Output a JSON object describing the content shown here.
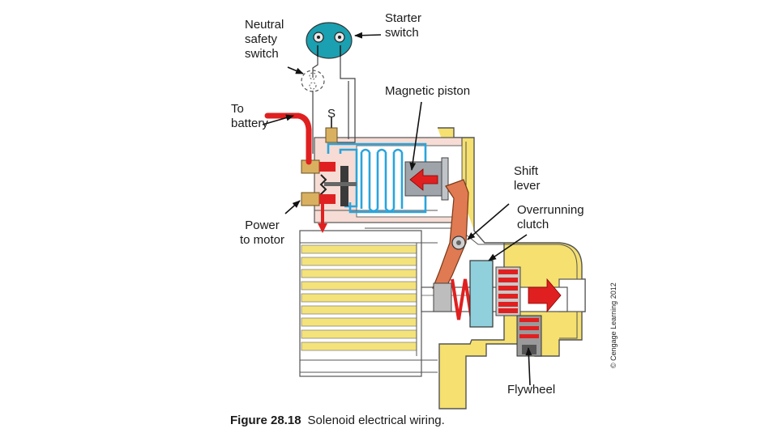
{
  "figure": {
    "number": "Figure 28.18",
    "caption": "Solenoid electrical wiring.",
    "credit": "© Cengage Learning 2012"
  },
  "labels": {
    "neutral_safety_switch": "Neutral\nsafety\nswitch",
    "starter_switch": "Starter\nswitch",
    "to_battery": "To\nbattery",
    "s_terminal": "S",
    "magnetic_piston": "Magnetic piston",
    "shift_lever": "Shift\nlever",
    "overrunning_clutch": "Overrunning\nclutch",
    "power_to_motor": "Power\nto motor",
    "flywheel": "Flywheel"
  },
  "colors": {
    "housing": "#f5e070",
    "housing_outline": "#555555",
    "solenoid_body": "#f6dcd4",
    "coil": "#2aa4dc",
    "battery_cable": "#e02020",
    "shift_lever": "#e07a52",
    "starter_switch": "#1aa0b0",
    "clutch": "#8fd0dc",
    "armature": "#f4e37a",
    "flywheel": "#9a9a9a"
  },
  "icons": {
    "starter_switch": "rotary-switch-icon",
    "neutral_safety_switch": "dashed-switch-icon"
  }
}
